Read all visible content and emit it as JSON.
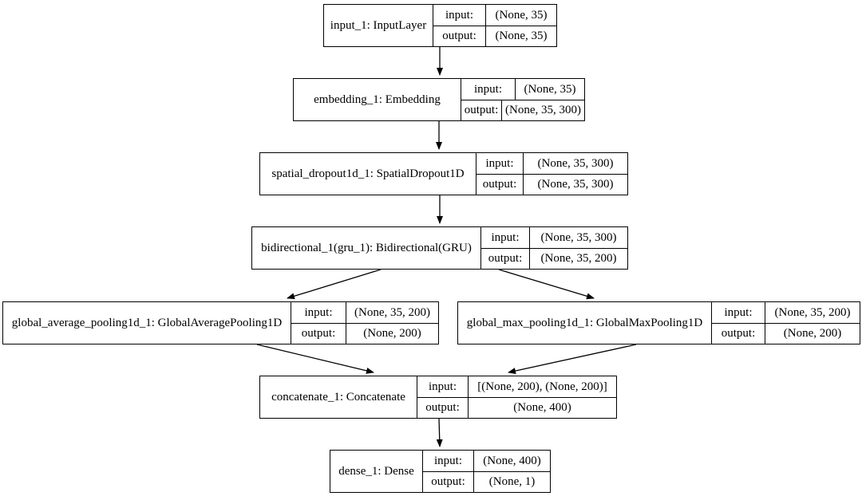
{
  "diagram": {
    "type": "keras-model-architecture",
    "background_color": "#ffffff",
    "line_color": "#000000",
    "io_labels": {
      "input": "input:",
      "output": "output:"
    },
    "nodes": [
      {
        "id": "input_1",
        "label": "input_1: InputLayer",
        "rows": [
          {
            "key": "input:",
            "value": "(None, 35)"
          },
          {
            "key": "output:",
            "value": "(None, 35)"
          }
        ]
      },
      {
        "id": "embedding_1",
        "label": "embedding_1: Embedding",
        "rows": [
          {
            "key": "input:",
            "value": "(None, 35)"
          },
          {
            "key": "output:",
            "value": "(None, 35, 300)"
          }
        ]
      },
      {
        "id": "spatial_dropout1d_1",
        "label": "spatial_dropout1d_1: SpatialDropout1D",
        "rows": [
          {
            "key": "input:",
            "value": "(None, 35, 300)"
          },
          {
            "key": "output:",
            "value": "(None, 35, 300)"
          }
        ]
      },
      {
        "id": "bidirectional_1",
        "label": "bidirectional_1(gru_1): Bidirectional(GRU)",
        "rows": [
          {
            "key": "input:",
            "value": "(None, 35, 300)"
          },
          {
            "key": "output:",
            "value": "(None, 35, 200)"
          }
        ]
      },
      {
        "id": "global_average_pooling1d_1",
        "label": "global_average_pooling1d_1: GlobalAveragePooling1D",
        "rows": [
          {
            "key": "input:",
            "value": "(None, 35, 200)"
          },
          {
            "key": "output:",
            "value": "(None, 200)"
          }
        ]
      },
      {
        "id": "global_max_pooling1d_1",
        "label": "global_max_pooling1d_1: GlobalMaxPooling1D",
        "rows": [
          {
            "key": "input:",
            "value": "(None, 35, 200)"
          },
          {
            "key": "output:",
            "value": "(None, 200)"
          }
        ]
      },
      {
        "id": "concatenate_1",
        "label": "concatenate_1: Concatenate",
        "rows": [
          {
            "key": "input:",
            "value": "[(None, 200), (None, 200)]"
          },
          {
            "key": "output:",
            "value": "(None, 400)"
          }
        ]
      },
      {
        "id": "dense_1",
        "label": "dense_1: Dense",
        "rows": [
          {
            "key": "input:",
            "value": "(None, 400)"
          },
          {
            "key": "output:",
            "value": "(None, 1)"
          }
        ]
      }
    ],
    "edges": [
      {
        "from": "input_1",
        "to": "embedding_1"
      },
      {
        "from": "embedding_1",
        "to": "spatial_dropout1d_1"
      },
      {
        "from": "spatial_dropout1d_1",
        "to": "bidirectional_1"
      },
      {
        "from": "bidirectional_1",
        "to": "global_average_pooling1d_1"
      },
      {
        "from": "bidirectional_1",
        "to": "global_max_pooling1d_1"
      },
      {
        "from": "global_average_pooling1d_1",
        "to": "concatenate_1"
      },
      {
        "from": "global_max_pooling1d_1",
        "to": "concatenate_1"
      },
      {
        "from": "concatenate_1",
        "to": "dense_1"
      }
    ]
  }
}
